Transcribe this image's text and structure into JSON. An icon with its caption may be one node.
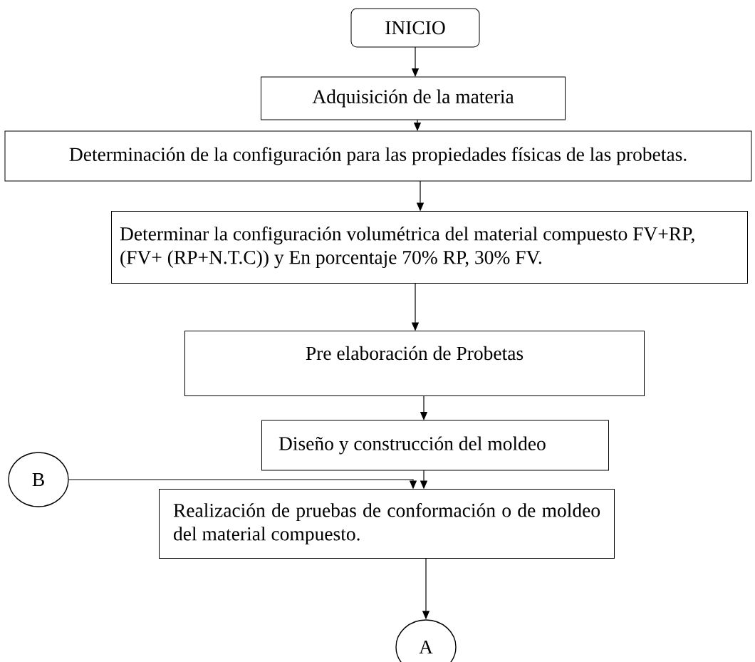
{
  "diagram": {
    "nodes": [
      {
        "text": [
          "INICIO"
        ]
      },
      {
        "text": [
          "Adquisición de la materia"
        ]
      },
      {
        "text": [
          "Determinación de la configuración para las propiedades físicas de las probetas."
        ]
      },
      {
        "text": [
          "Determinar la configuración volumétrica del material compuesto FV+RP, (FV+ (RP+N.T.C)) y En porcentaje 70% RP, 30% FV."
        ]
      },
      {
        "text": [
          "Pre elaboración de Probetas"
        ]
      },
      {
        "text": [
          "Diseño y construcción del moldeo"
        ]
      },
      {
        "text": [
          "Realización de pruebas de conformación o de moldeo del material compuesto."
        ]
      },
      {
        "text": [
          "A"
        ]
      },
      {
        "text": [
          "B"
        ]
      }
    ],
    "edges": [
      {
        "from": 0,
        "to": 1,
        "arrow": "to"
      },
      {
        "from": 1,
        "to": 2,
        "arrow": "to"
      },
      {
        "from": 2,
        "to": 3,
        "arrow": "to"
      },
      {
        "from": 3,
        "to": 4,
        "arrow": "to"
      },
      {
        "from": 4,
        "to": 5,
        "arrow": "to"
      },
      {
        "from": 5,
        "to": 6,
        "arrow": "to"
      },
      {
        "from": 6,
        "to": 7,
        "arrow": "to"
      },
      {
        "from": 8,
        "to": 6,
        "arrow": "to"
      }
    ]
  }
}
